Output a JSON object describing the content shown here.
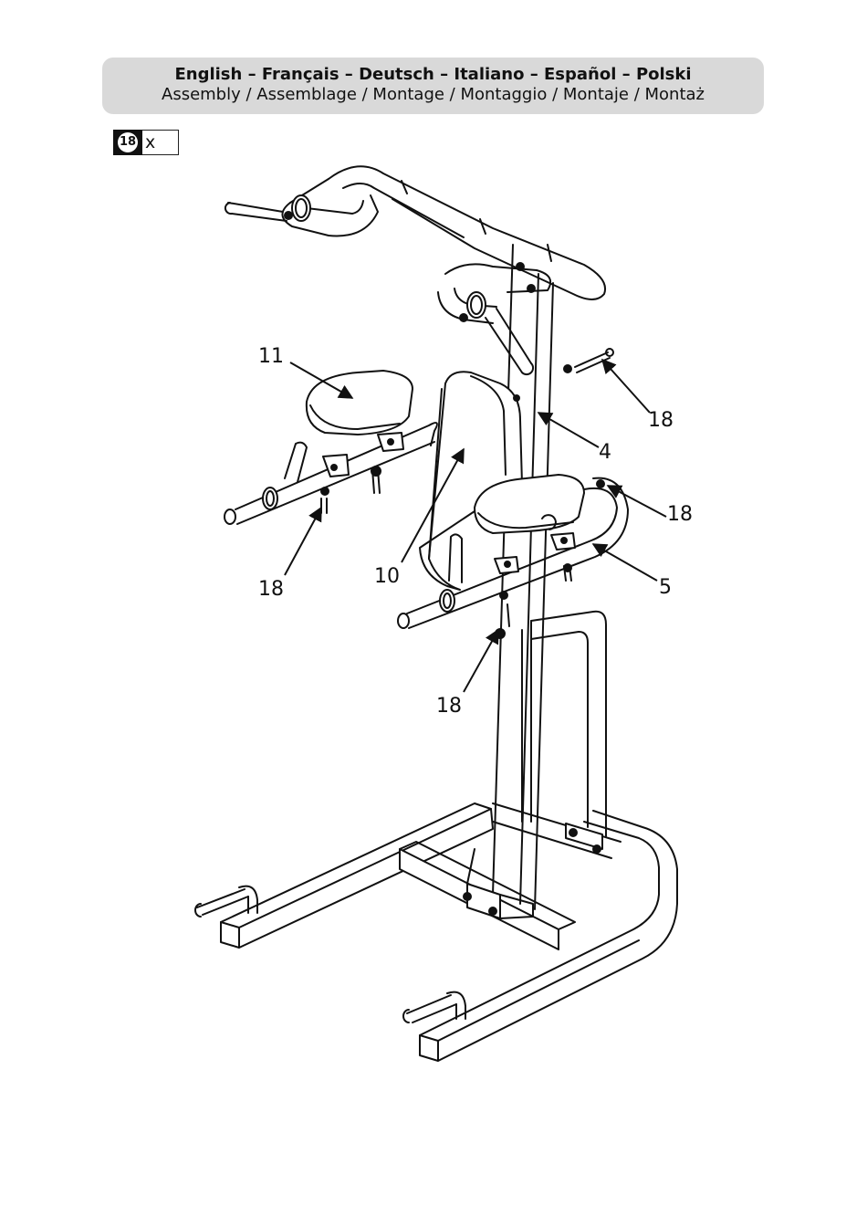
{
  "header": {
    "languages": "English – Français – Deutsch – Italiano – Español – Polski",
    "title": "Assembly / Assemblage / Montage / Montaggio / Montaje / Montaż"
  },
  "quantity": {
    "part": "18",
    "multiplier": "x"
  },
  "callouts": {
    "c11": "11",
    "c18a": "18",
    "c4": "4",
    "c18b": "18",
    "c18c": "18",
    "c10": "10",
    "c5": "5",
    "c18d": "18"
  }
}
